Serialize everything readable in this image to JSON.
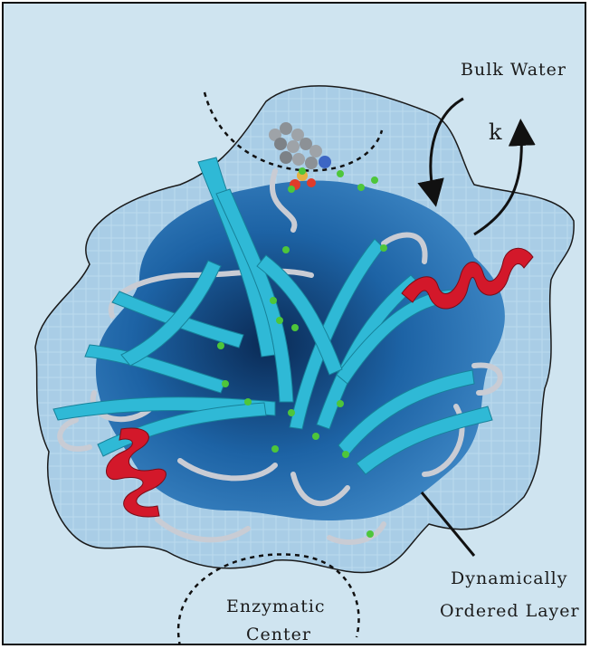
{
  "labels": {
    "bulk_water": "Bulk Water",
    "rate_constant": "k",
    "ordered_layer_line1": "Dynamically",
    "ordered_layer_line2": "Ordered Layer",
    "enzymatic_line1": "Enzymatic",
    "enzymatic_line2": "Center"
  },
  "colors": {
    "background": "#cfe4f0",
    "water_layer": "#a9cde6",
    "protein_core": "#1d63a5",
    "beta_strand": "#2fb9d6",
    "alpha_helix": "#d3182a",
    "loop": "#c9ccd4",
    "water_molecule": "#4ec63a"
  }
}
